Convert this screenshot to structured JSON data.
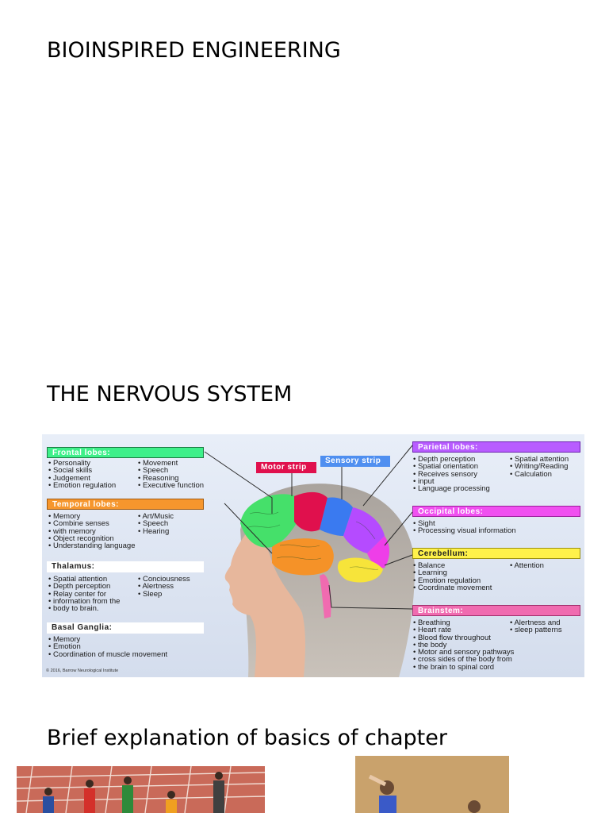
{
  "headings": {
    "title": "BIOINSPIRED ENGINEERING",
    "section": "THE NERVOUS SYSTEM",
    "subsection": "Brief explanation of basics of chapter"
  },
  "infographic": {
    "frontal": {
      "label": "Frontal lobes:",
      "col1": [
        "Personality",
        "Social skills",
        "Judgement",
        "Emotion regulation"
      ],
      "col2": [
        "Movement",
        "Speech",
        "Reasoning",
        "Executive function"
      ]
    },
    "temporal": {
      "label": "Temporal lobes:",
      "col1": [
        "Memory",
        "Combine senses",
        "with memory",
        "Object recognition",
        "Understanding language"
      ],
      "col2": [
        "Art/Music",
        "Speech",
        "Hearing"
      ]
    },
    "thalamus": {
      "label": "Thalamus:",
      "col1": [
        "Spatial attention",
        "Depth perception",
        "Relay center for",
        "information from the",
        "body to brain."
      ],
      "col2": [
        "Conciousness",
        "Alertness",
        "Sleep"
      ]
    },
    "basal": {
      "label": "Basal Ganglia:",
      "col1": [
        "Memory",
        "Emotion",
        "Coordination of muscle movement"
      ]
    },
    "motor_strip": "Motor strip",
    "sensory_strip": "Sensory strip",
    "parietal": {
      "label": "Parietal lobes:",
      "col1": [
        "Depth perception",
        "Spatial orientation",
        "Receives sensory",
        "input",
        "Language processing"
      ],
      "col2": [
        "Spatial attention",
        "Writing/Reading",
        "Calculation"
      ]
    },
    "occipital": {
      "label": "Occipital lobes:",
      "col1": [
        "Sight",
        "Processing visual information"
      ]
    },
    "cerebellum": {
      "label": "Cerebellum:",
      "col1": [
        "Balance",
        "Learning",
        "Emotion regulation",
        "Coordinate movement"
      ],
      "col2": [
        "Attention"
      ]
    },
    "brainstem": {
      "label": "Brainstem:",
      "col1": [
        "Breathing",
        "Heart rate",
        "Blood flow throughout",
        "the body",
        "Motor and sensory pathways",
        "cross sides of the body from",
        "the brain to spinal cord"
      ],
      "col2": [
        "Alertness and",
        "sleep patterns"
      ]
    },
    "credit": "© 2016, Barrow Neurological Institute",
    "colors": {
      "frontal": "#3ef08a",
      "temporal": "#f6962d",
      "parietal": "#b85cff",
      "occipital": "#f050f0",
      "cerebellum": "#fff24a",
      "brainstem": "#f06bb0",
      "motor": "#e0104d",
      "sensory": "#4f8ff0"
    }
  }
}
